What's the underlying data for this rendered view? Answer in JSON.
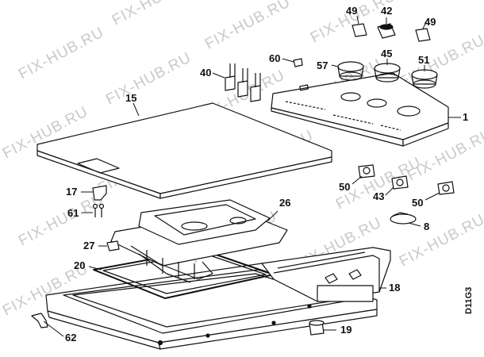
{
  "watermark": "FIX-HUB.RU",
  "diagram_code": "D11G3",
  "labels": {
    "p1": "1",
    "p8": "8",
    "p15": "15",
    "p17": "17",
    "p18": "18",
    "p19": "19",
    "p20": "20",
    "p26": "26",
    "p27": "27",
    "p40": "40",
    "p42": "42",
    "p43": "43",
    "p45": "45",
    "p49a": "49",
    "p49b": "49",
    "p50a": "50",
    "p50b": "50",
    "p51": "51",
    "p57": "57",
    "p60": "60",
    "p61": "61",
    "p62": "62"
  }
}
